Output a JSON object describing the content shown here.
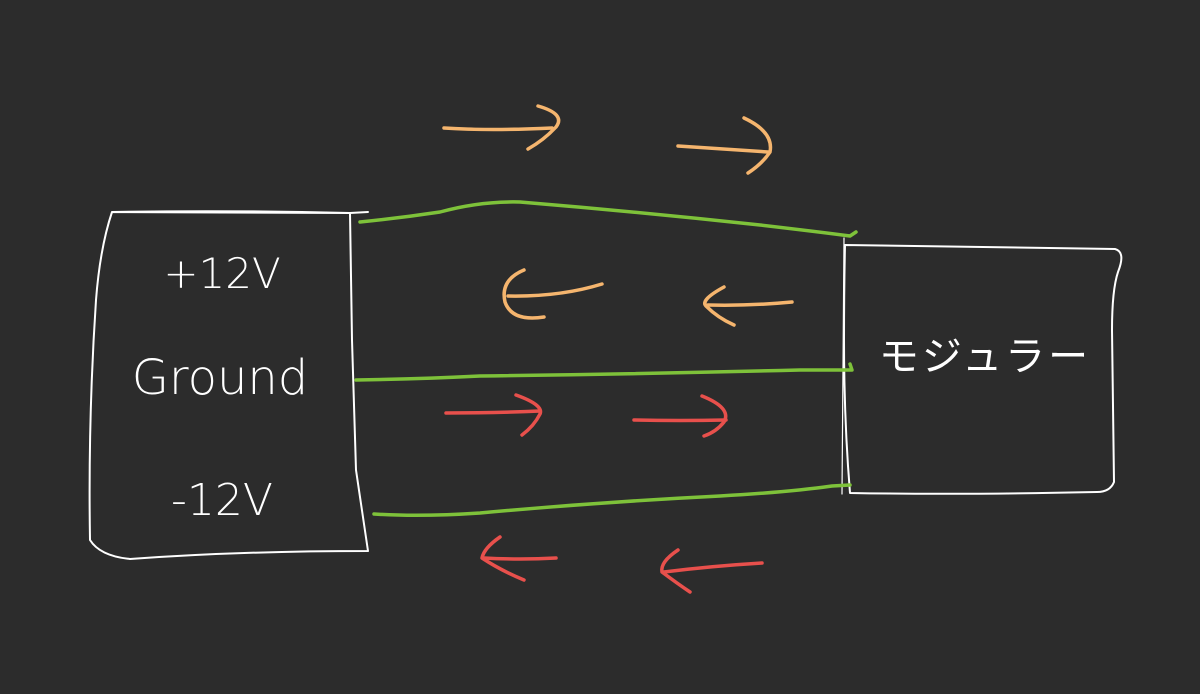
{
  "power_box": {
    "label_top": "+12V",
    "label_middle": "Ground",
    "label_bottom": "-12V"
  },
  "module_box": {
    "label": "モジュラー"
  },
  "colors": {
    "background": "#2c2c2c",
    "box_stroke": "#ffffff",
    "wire": "#7ec23a",
    "positive_flow": "#f5b56e",
    "negative_flow": "#e8504c"
  },
  "flows": [
    {
      "wire": "+12V",
      "color": "positive_flow",
      "direction": "to-module"
    },
    {
      "wire": "Ground",
      "color": "positive_flow",
      "direction": "to-power"
    },
    {
      "wire": "Ground",
      "color": "negative_flow",
      "direction": "to-module"
    },
    {
      "wire": "-12V",
      "color": "negative_flow",
      "direction": "to-power"
    }
  ]
}
